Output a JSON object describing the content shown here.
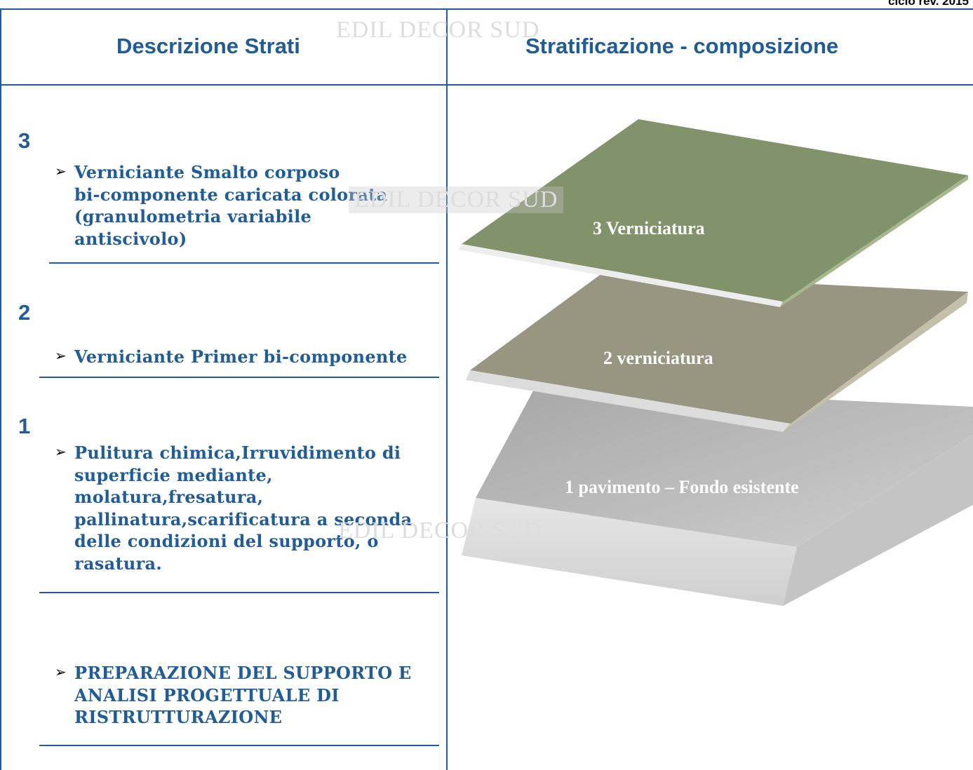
{
  "revision": "ciclo rev. 2015",
  "watermark": "EDIL DECOR SUD",
  "header": {
    "left": "Descrizione Strati",
    "right": "Stratificazione - composizione"
  },
  "layers": [
    {
      "number": "3",
      "text": "Verniciante Smalto corposo\nbi-componente caricata colorata\n(granulometria variabile\nantiscivolo)"
    },
    {
      "number": "2",
      "text": "Verniciante Primer bi-componente"
    },
    {
      "number": "1",
      "text": "Pulitura chimica,Irruvidimento di\nsuperficie mediante,\nmolatura,fresatura,\npallinatura,scarificatura a seconda\ndelle condizioni del supporto, o\nrasatura."
    }
  ],
  "preparation": "PREPARAZIONE DEL SUPPORTO E\nANALISI PROGETTUALE DI\nRISTRUTTURAZIONE",
  "diagram": {
    "label_3": "3    Verniciatura",
    "label_2": "2    verniciatura",
    "label_1": "1    pavimento – Fondo esistente",
    "colors": {
      "layer_3": "#82926a",
      "layer_2": "#989580",
      "layer_1": "#bcbcbc"
    }
  }
}
